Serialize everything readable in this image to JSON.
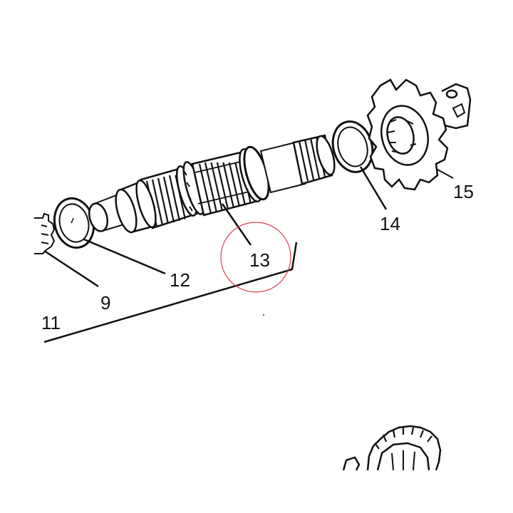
{
  "diagram": {
    "callouts": {
      "part_9": "9",
      "part_11": "11",
      "part_12": "12",
      "part_13": "13",
      "part_14": "14",
      "part_15": "15"
    },
    "colors": {
      "ink": "#111111",
      "highlight": "#d9434f",
      "paper": "#ffffff"
    }
  }
}
